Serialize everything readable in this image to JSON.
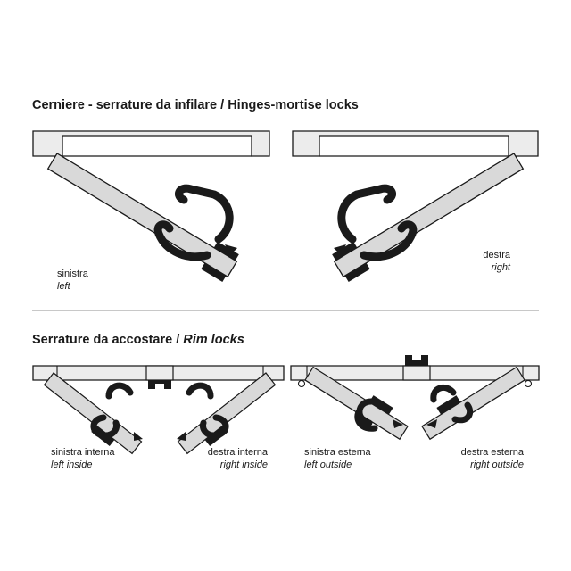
{
  "section1": {
    "title": "Cerniere - serrature da infilare / Hinges-mortise locks",
    "labels": {
      "left": {
        "it": "sinistra",
        "en": "left"
      },
      "right": {
        "it": "destra",
        "en": "right"
      }
    }
  },
  "section2": {
    "title_plain": "Serrature da accostare / ",
    "title_italic": "Rim locks",
    "labels": {
      "left_inside": {
        "it": "sinistra interna",
        "en": "left inside"
      },
      "right_inside": {
        "it": "destra interna",
        "en": "right inside"
      },
      "left_outside": {
        "it": "sinistra esterna",
        "en": "left outside"
      },
      "right_outside": {
        "it": "destra esterna",
        "en": "right outside"
      }
    }
  },
  "colors": {
    "line": "#1a1a1a",
    "door_fill": "#d9d9d9",
    "divider": "#c8c8c8",
    "handle": "#1a1a1a"
  }
}
